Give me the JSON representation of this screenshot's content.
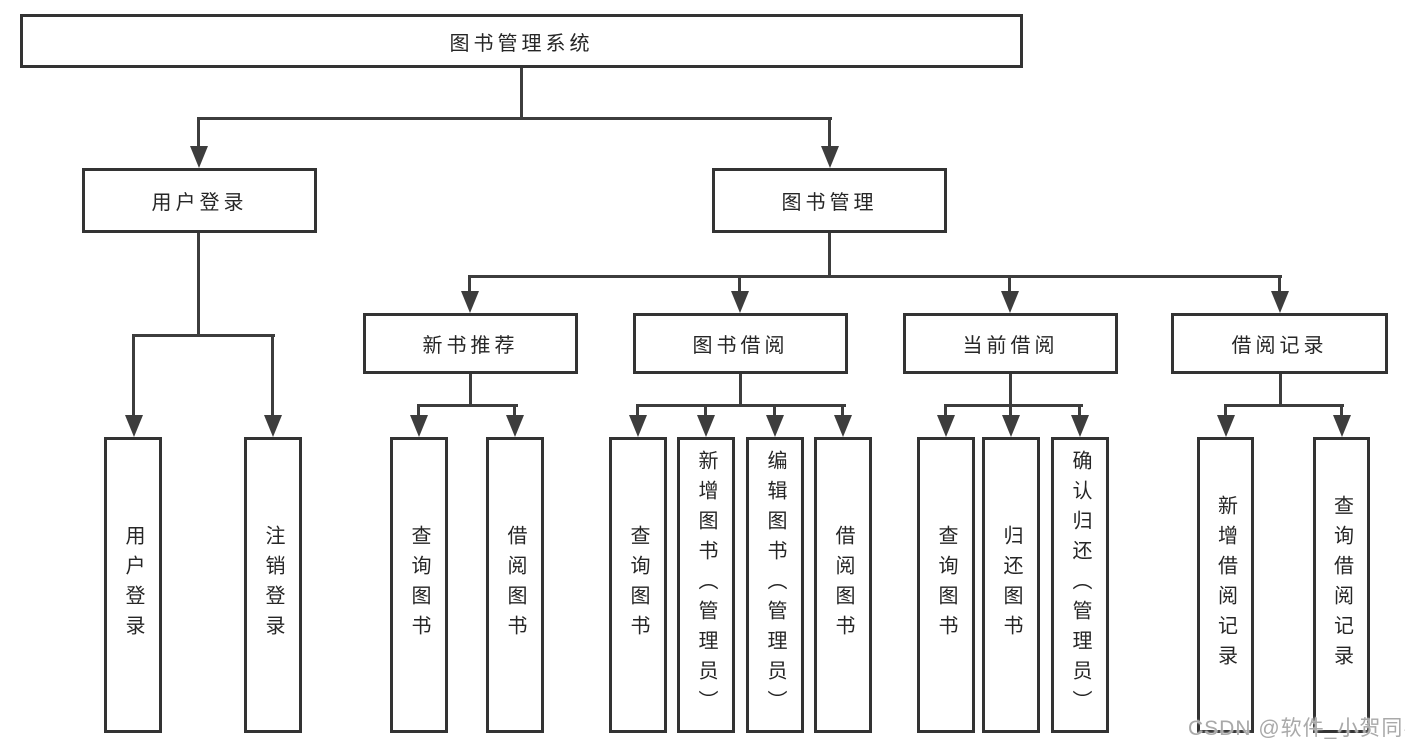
{
  "colors": {
    "background": "#ffffff",
    "line": "#3d3d3d",
    "box_border": "#333333",
    "text": "#262626",
    "watermark": "#a9a9a9"
  },
  "watermark": {
    "text": "CSDN @软件_小贺同学"
  },
  "tree": {
    "root": {
      "label": "图书管理系统"
    },
    "branches": [
      {
        "label": "用户登录",
        "children": [
          {
            "label": "用户登录"
          },
          {
            "label": "注销登录"
          }
        ]
      },
      {
        "label": "图书管理",
        "children": [
          {
            "label": "新书推荐",
            "children": [
              {
                "label": "查询图书"
              },
              {
                "label": "借阅图书"
              }
            ]
          },
          {
            "label": "图书借阅",
            "children": [
              {
                "label": "查询图书"
              },
              {
                "label": "新增图书（管理员）"
              },
              {
                "label": "编辑图书（管理员）"
              },
              {
                "label": "借阅图书"
              }
            ]
          },
          {
            "label": "当前借阅",
            "children": [
              {
                "label": "查询图书"
              },
              {
                "label": "归还图书"
              },
              {
                "label": "确认归还（管理员）"
              }
            ]
          },
          {
            "label": "借阅记录",
            "children": [
              {
                "label": "新增借阅记录"
              },
              {
                "label": "查询借阅记录"
              }
            ]
          }
        ]
      }
    ]
  }
}
